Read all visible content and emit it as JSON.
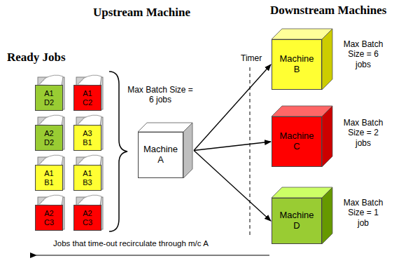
{
  "diagram": {
    "nodes": [
      {
        "text": [
          "A1 D2"
        ]
      },
      {
        "text": [
          "A1 C2"
        ]
      },
      {
        "text": [
          "A2 D2"
        ]
      },
      {
        "text": [
          "A3 B1"
        ]
      },
      {
        "text": [
          "A1 B1"
        ]
      },
      {
        "text": [
          "A1 B3"
        ]
      },
      {
        "text": [
          "A2 C3"
        ]
      },
      {
        "text": [
          "A2 C3"
        ]
      },
      {
        "text": [
          "Machine A"
        ]
      },
      {
        "text": [
          "Machine B"
        ]
      },
      {
        "text": [
          "Machine C"
        ]
      },
      {
        "text": [
          "Machine D"
        ]
      }
    ],
    "edges": [
      {
        "from": 8,
        "to": 9,
        "arrow": "to"
      },
      {
        "from": 8,
        "to": 10,
        "arrow": "to"
      },
      {
        "from": 8,
        "to": 11,
        "arrow": "to"
      }
    ],
    "labels": [
      "Ready Jobs",
      "Upstream Machine",
      "Downstream Machines",
      "Max Batch Size = 6 jobs",
      "Timer",
      "Max Batch Size = 6 jobs",
      "Max Batch Size = 2 jobs",
      "Max Batch Size = 1 job",
      "Jobs that time-out recirculate through m/c A"
    ]
  }
}
